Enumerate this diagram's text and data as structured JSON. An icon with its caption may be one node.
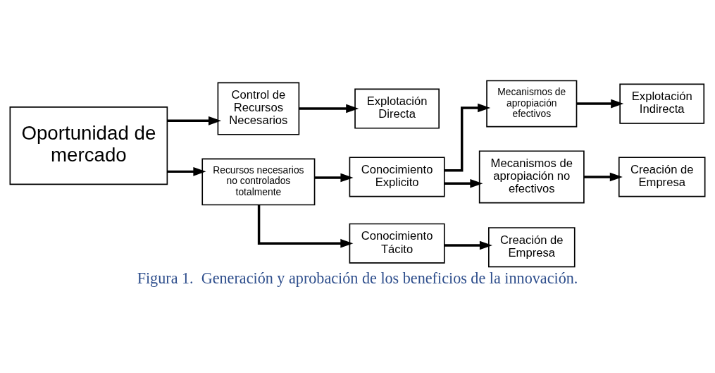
{
  "diagram": {
    "caption": "Figura 1.  Generación y aprobación de los beneficios de la innovación.",
    "nodes": [
      {
        "text": [
          "Oportunidad de mercado"
        ]
      },
      {
        "text": [
          "Control de Recursos Necesarios"
        ]
      },
      {
        "text": [
          "Explotación Directa"
        ]
      },
      {
        "text": [
          "Recursos necesarios no controlados totalmente"
        ]
      },
      {
        "text": [
          "Conocimiento Explicito"
        ]
      },
      {
        "text": [
          "Mecanismos de apropiación efectivos"
        ]
      },
      {
        "text": [
          "Explotación Indirecta"
        ]
      },
      {
        "text": [
          "Mecanismos de apropiación no efectivos"
        ]
      },
      {
        "text": [
          "Creación de Empresa"
        ]
      },
      {
        "text": [
          "Conocimiento Tácito"
        ]
      },
      {
        "text": [
          "Creación de Empresa"
        ]
      }
    ],
    "edges": [
      {
        "from": 0,
        "to": 1,
        "arrow": "to"
      },
      {
        "from": 0,
        "to": 3,
        "arrow": "to"
      },
      {
        "from": 1,
        "to": 2,
        "arrow": "to"
      },
      {
        "from": 3,
        "to": 4,
        "arrow": "to"
      },
      {
        "from": 3,
        "to": 9,
        "arrow": "to"
      },
      {
        "from": 4,
        "to": 5,
        "arrow": "to"
      },
      {
        "from": 4,
        "to": 7,
        "arrow": "to"
      },
      {
        "from": 5,
        "to": 6,
        "arrow": "to"
      },
      {
        "from": 7,
        "to": 8,
        "arrow": "to"
      },
      {
        "from": 9,
        "to": 10,
        "arrow": "to"
      }
    ]
  }
}
